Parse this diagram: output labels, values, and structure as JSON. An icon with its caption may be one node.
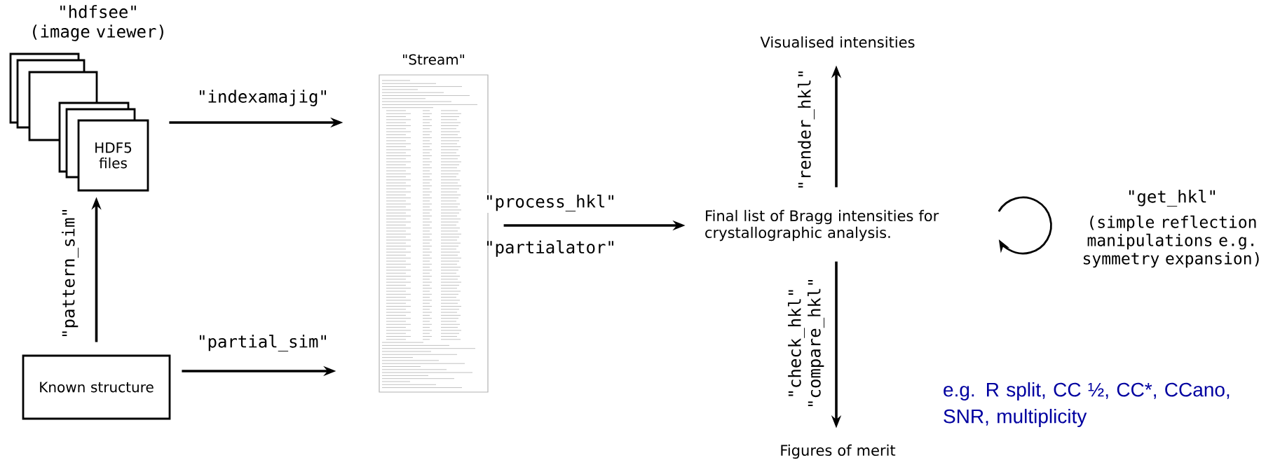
{
  "diagram": {
    "nodes": [
      {
        "text": [
          "HDF5 files"
        ],
        "beside": [
          "\"hdfsee\" (image viewer)"
        ]
      },
      {
        "text": [
          "Known structure"
        ]
      },
      {
        "text": [
          "\"Stream\""
        ]
      },
      {
        "text": [
          "Final list of Bragg intensities for crystallographic analysis."
        ]
      },
      {
        "text": [
          "Visualised intensities"
        ]
      },
      {
        "text": [
          "Figures of merit"
        ]
      }
    ],
    "edges": [
      {
        "from": 1,
        "to": 0,
        "arrow": "to",
        "label": "\"pattern_sim\""
      },
      {
        "from": 0,
        "to": 2,
        "arrow": "to",
        "label": "\"indexamajig\""
      },
      {
        "from": 1,
        "to": 2,
        "arrow": "to",
        "label": "\"partial_sim\""
      },
      {
        "from": 2,
        "to": 3,
        "arrow": "to",
        "label": "\"process_hkl\""
      },
      {
        "from": 3,
        "to": 4,
        "arrow": "to",
        "label": "\"render_hkl\""
      },
      {
        "from": 3,
        "to": 5,
        "arrow": "to",
        "label": "\"check_hkl\" \"compare_hkl\""
      },
      {
        "from": 3,
        "to": 3,
        "arrow": "to",
        "label": "\"get_hkl\""
      }
    ],
    "labels": [
      "\"partialator\"",
      "(simple reflection manipulations e.g. symmetry expansion)",
      "e.g. R split, CC ½, CC*, CCano, SNR, multiplicity"
    ]
  }
}
